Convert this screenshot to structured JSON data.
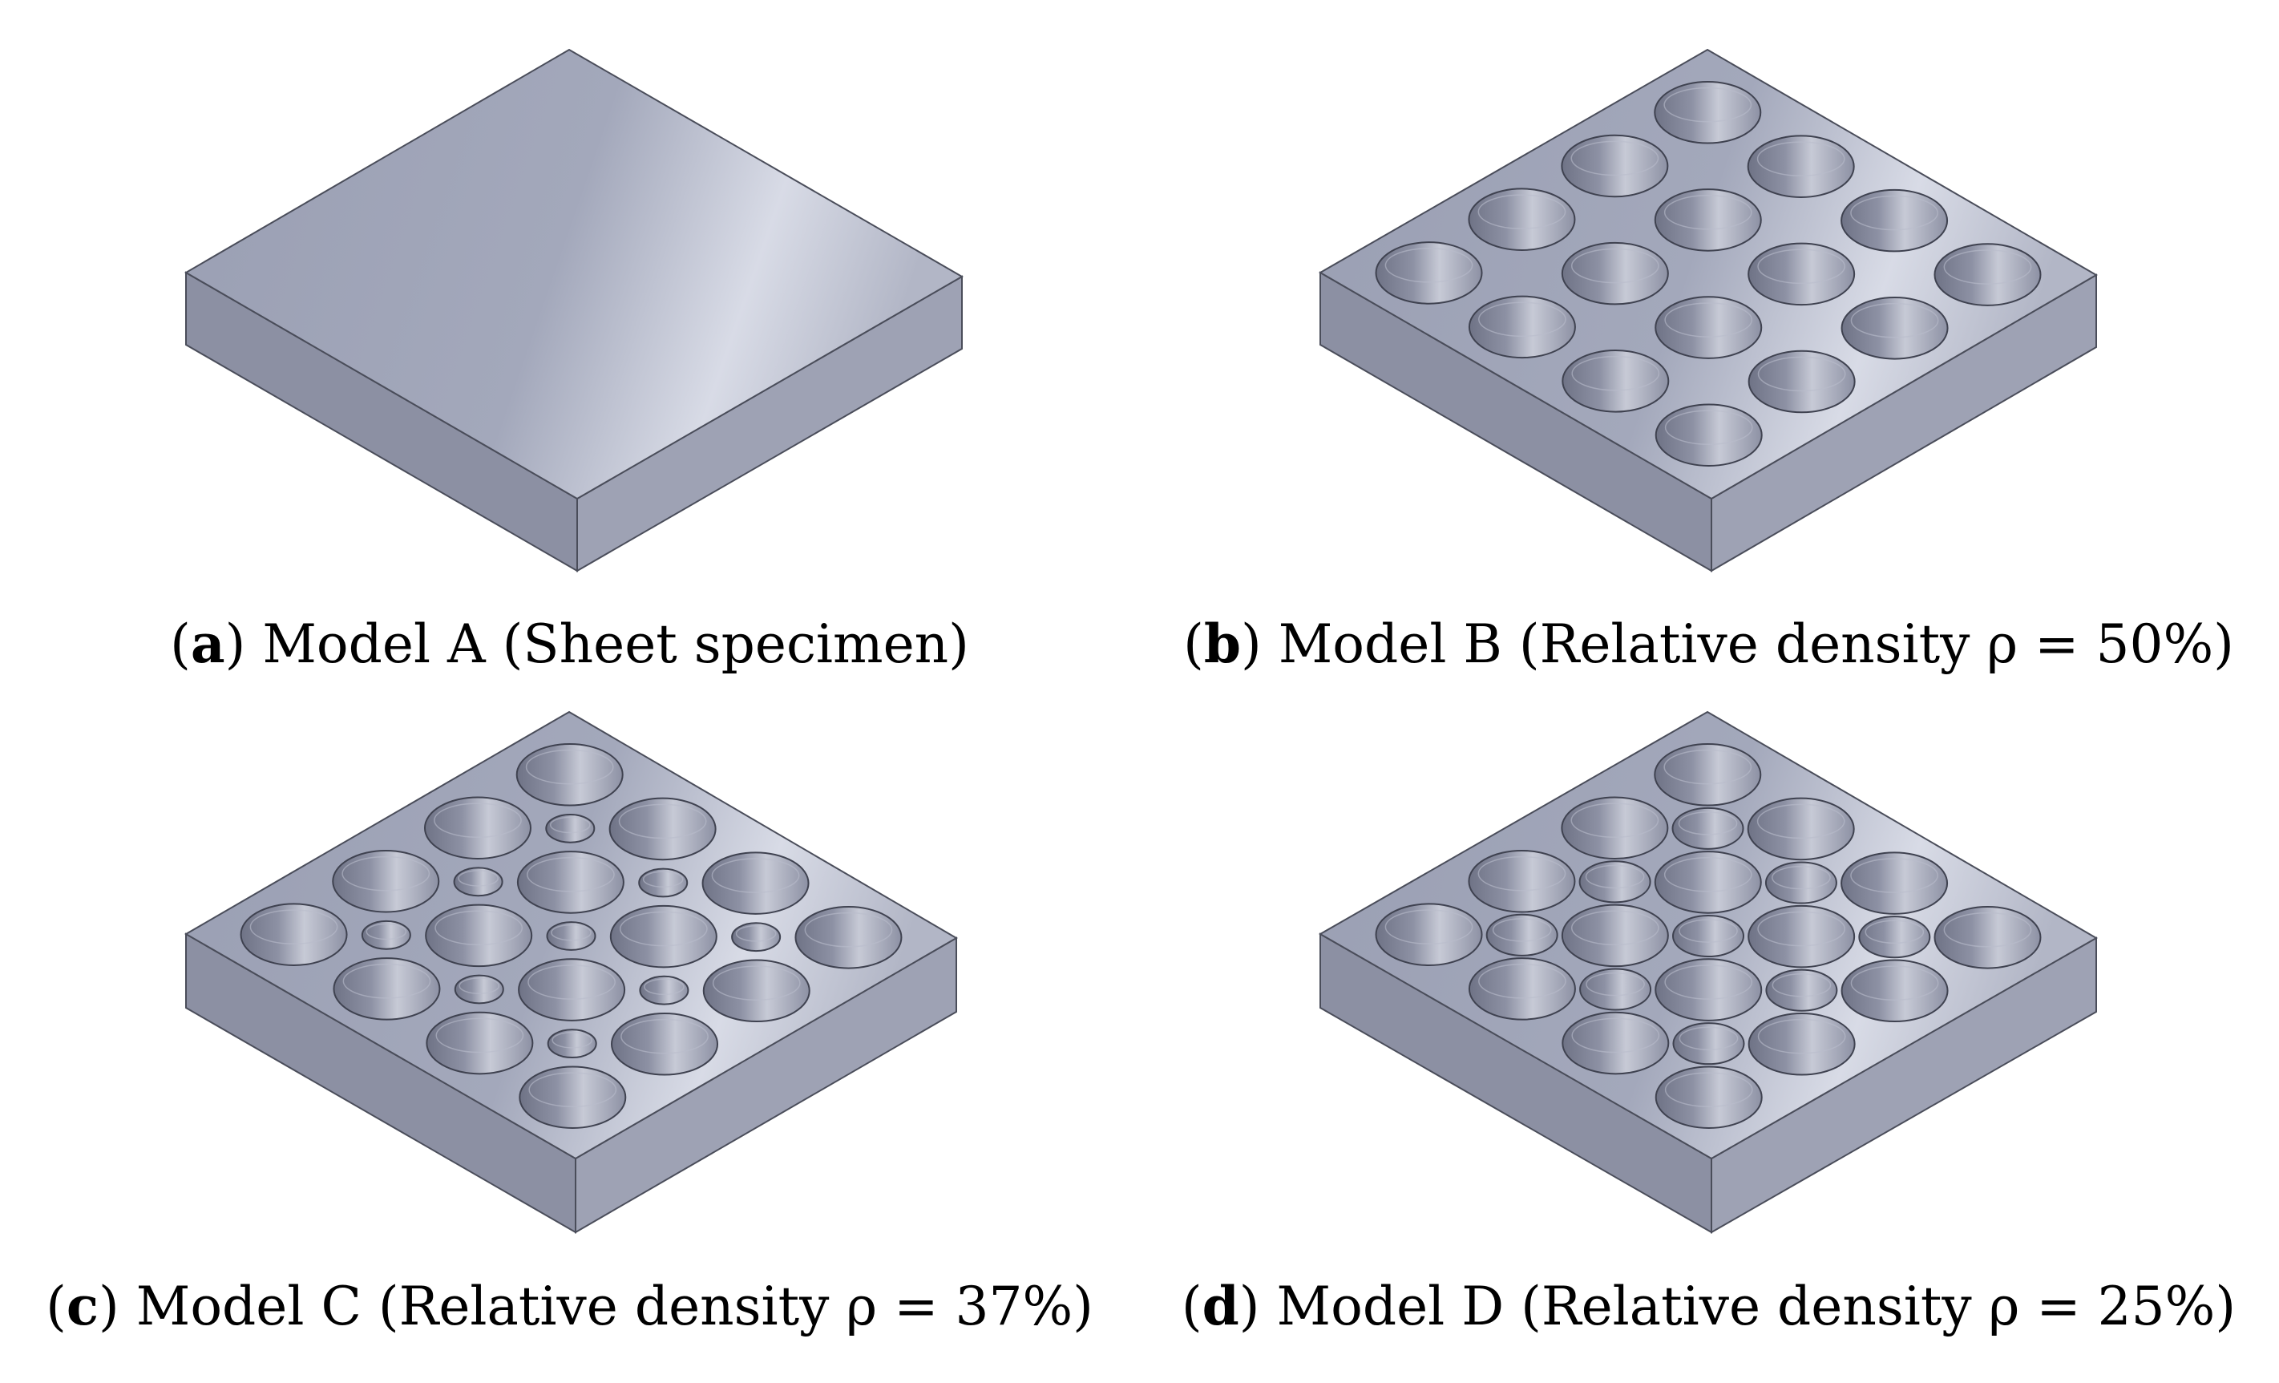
{
  "panels": [
    {
      "letter": "a",
      "title": "Model A (Sheet specimen)",
      "kind": "solid"
    },
    {
      "letter": "b",
      "title": "Model B (Relative density  ρ  = 50%)",
      "kind": "uniform"
    },
    {
      "letter": "c",
      "title": "Model C (Relative density  ρ  = 37%)",
      "kind": "mixed-small"
    },
    {
      "letter": "d",
      "title": "Model D (Relative density  ρ  = 25%)",
      "kind": "mixed-medium"
    }
  ],
  "colors": {
    "top_face": "#9a9fb3",
    "top_highlight": "#d8dbe6",
    "front_left_face": "#8c90a3",
    "front_right_face": "#9ea2b4",
    "hole_dark": "#6f7386",
    "hole_light": "#c7cad6",
    "edge_line": "#4a4d5a"
  }
}
